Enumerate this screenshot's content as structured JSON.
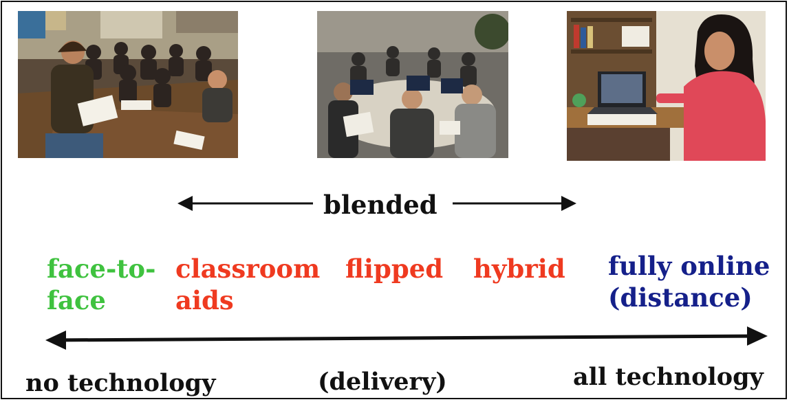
{
  "blended_label": "blended",
  "categories": {
    "face_to_face": {
      "lines": [
        "face-to-",
        "face"
      ],
      "color": "#3fc23f"
    },
    "classroom_aids": {
      "lines": [
        "classroom",
        "aids"
      ],
      "color": "#ef3a20"
    },
    "flipped": {
      "lines": [
        "flipped"
      ],
      "color": "#ef3a20"
    },
    "hybrid": {
      "lines": [
        "hybrid"
      ],
      "color": "#ef3a20"
    },
    "fully_online": {
      "lines": [
        "fully online",
        "(distance)"
      ],
      "color": "#15208a"
    }
  },
  "axis": {
    "left": "no technology",
    "middle": "(delivery)",
    "right": "all technology"
  },
  "photos": [
    {
      "name": "classroom-lecture-photo"
    },
    {
      "name": "group-laptop-discussion-photo"
    },
    {
      "name": "student-at-home-laptop-photo"
    }
  ]
}
